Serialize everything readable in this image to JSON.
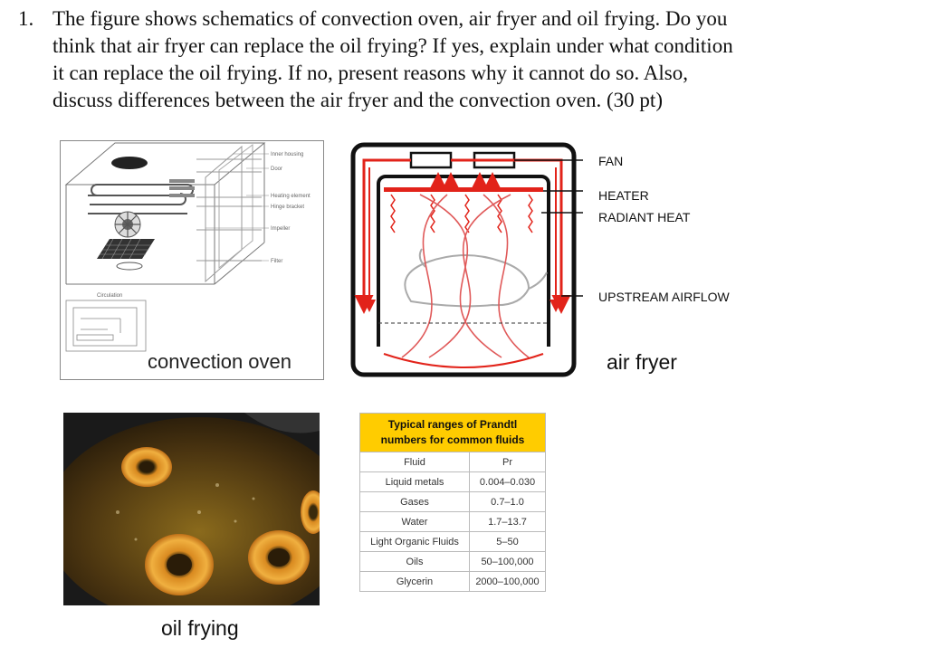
{
  "question": {
    "number": "1.",
    "lines": [
      "The figure shows schematics of convection oven, air fryer and oil frying. Do you",
      "think that air fryer can replace the oil frying? If yes, explain under what condition",
      "it can replace the oil frying. If no, present reasons why it cannot do so. Also,",
      "discuss differences between the air fryer and the convection oven. (30 pt)"
    ]
  },
  "convection_oven": {
    "caption": "convection oven",
    "part_labels": [
      "Inner housing",
      "Door",
      "Heating element",
      "Hinge bracket",
      "Impeller",
      "Filter"
    ],
    "inset_label": "Circulation"
  },
  "air_fryer": {
    "caption": "air fryer",
    "labels": [
      "FAN",
      "HEATER",
      "RADIANT HEAT",
      "UPSTREAM AIRFLOW"
    ],
    "colors": {
      "frame": "#111111",
      "heat": "#e2231a",
      "airflow": "#e05a5a"
    }
  },
  "oil_frying": {
    "caption": "oil frying"
  },
  "prandtl_table": {
    "title_line1": "Typical ranges of Prandtl",
    "title_line2": "numbers for common fluids",
    "header": [
      "Fluid",
      "Pr"
    ],
    "rows": [
      [
        "Liquid metals",
        "0.004–0.030"
      ],
      [
        "Gases",
        "0.7–1.0"
      ],
      [
        "Water",
        "1.7–13.7"
      ],
      [
        "Light Organic Fluids",
        "5–50"
      ],
      [
        "Oils",
        "50–100,000"
      ],
      [
        "Glycerin",
        "2000–100,000"
      ]
    ],
    "header_color": "#ffcc00"
  }
}
